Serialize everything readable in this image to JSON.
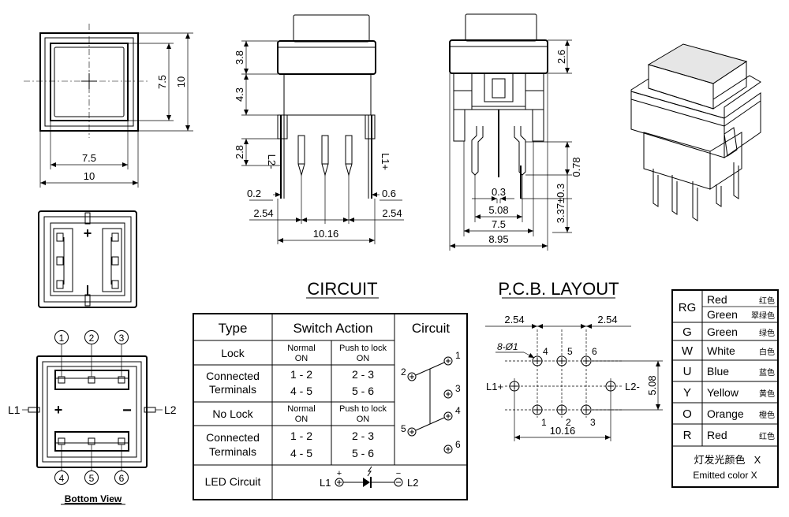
{
  "front_view": {
    "dim_inner": "7.5",
    "dim_outer": "10",
    "dim_bottom_inner": "7.5",
    "dim_bottom_outer": "10"
  },
  "side_view": {
    "dim_cap": "3.8",
    "dim_body": "4.3",
    "dim_leg": "2.8",
    "label_left_terminal": "L2-",
    "label_right_terminal": "L1+",
    "dim_pin_left": "0.2",
    "dim_pin_right": "0.6",
    "dim_pitch_left": "2.54",
    "dim_pitch_right": "2.54",
    "dim_total": "10.16"
  },
  "end_view": {
    "dim_cap": "2.6",
    "dim_pin_thickness": "0.3",
    "dim_offset": "0.78",
    "dim_pin_length": "3.37±0.3",
    "dim_pitch": "5.08",
    "dim_body": "7.5",
    "dim_width": "8.95"
  },
  "bottom_view": {
    "caption": "Bottom View",
    "pins_top": [
      "1",
      "2",
      "3"
    ],
    "pins_bottom": [
      "4",
      "5",
      "6"
    ],
    "label_l1": "L1",
    "label_l2": "L2",
    "plus": "+",
    "minus": "−"
  },
  "circuit": {
    "title": "CIRCUIT",
    "headers": {
      "type": "Type",
      "switch_action": "Switch Action",
      "circuit": "Circuit"
    },
    "rows": {
      "lock": {
        "type": "Lock",
        "normal": [
          "Normal",
          "ON"
        ],
        "push": [
          "Push to lock",
          "ON"
        ]
      },
      "lock_terminals": {
        "type": [
          "Connected",
          "Terminals"
        ],
        "normal": [
          "1 - 2",
          "4 - 5"
        ],
        "push": [
          "2 - 3",
          "5 - 6"
        ]
      },
      "nolock": {
        "type": "No Lock",
        "normal": [
          "Normal",
          "ON"
        ],
        "push": [
          "Push to lock",
          "ON"
        ]
      },
      "nolock_terminals": {
        "type": [
          "Connected",
          "Terminals"
        ],
        "normal": [
          "1 - 2",
          "4 - 5"
        ],
        "push": [
          "2 - 3",
          "5 - 6"
        ]
      },
      "led": {
        "type": "LED Circuit",
        "l1": "L1",
        "l2": "L2",
        "plus": "+",
        "minus": "−"
      }
    },
    "schematic_nodes": [
      "1",
      "2",
      "3",
      "4",
      "5",
      "6"
    ]
  },
  "pcb_layout": {
    "title": "P.C.B. LAYOUT",
    "dim_left": "2.54",
    "dim_right": "2.54",
    "hole_spec": "8-Ø1",
    "top_pins": [
      "4",
      "5",
      "6"
    ],
    "bottom_pins": [
      "1",
      "2",
      "3"
    ],
    "label_l1": "L1+",
    "label_l2": "L2-",
    "dim_vertical": "5.08",
    "dim_total": "10.16"
  },
  "color_table": {
    "rows": [
      {
        "code": "RG",
        "entries": [
          {
            "en": "Red",
            "cn": "红色"
          },
          {
            "en": "Green",
            "cn": "翠绿色"
          }
        ]
      },
      {
        "code": "G",
        "entries": [
          {
            "en": "Green",
            "cn": "绿色"
          }
        ]
      },
      {
        "code": "W",
        "entries": [
          {
            "en": "White",
            "cn": "白色"
          }
        ]
      },
      {
        "code": "U",
        "entries": [
          {
            "en": "Blue",
            "cn": "蓝色"
          }
        ]
      },
      {
        "code": "Y",
        "entries": [
          {
            "en": "Yellow",
            "cn": "黄色"
          }
        ]
      },
      {
        "code": "O",
        "entries": [
          {
            "en": "Orange",
            "cn": "橙色"
          }
        ]
      },
      {
        "code": "R",
        "entries": [
          {
            "en": "Red",
            "cn": "红色"
          }
        ]
      }
    ],
    "footer_cn": "灯发光颜色",
    "footer_x": "X",
    "footer_en": "Emitted color X"
  }
}
